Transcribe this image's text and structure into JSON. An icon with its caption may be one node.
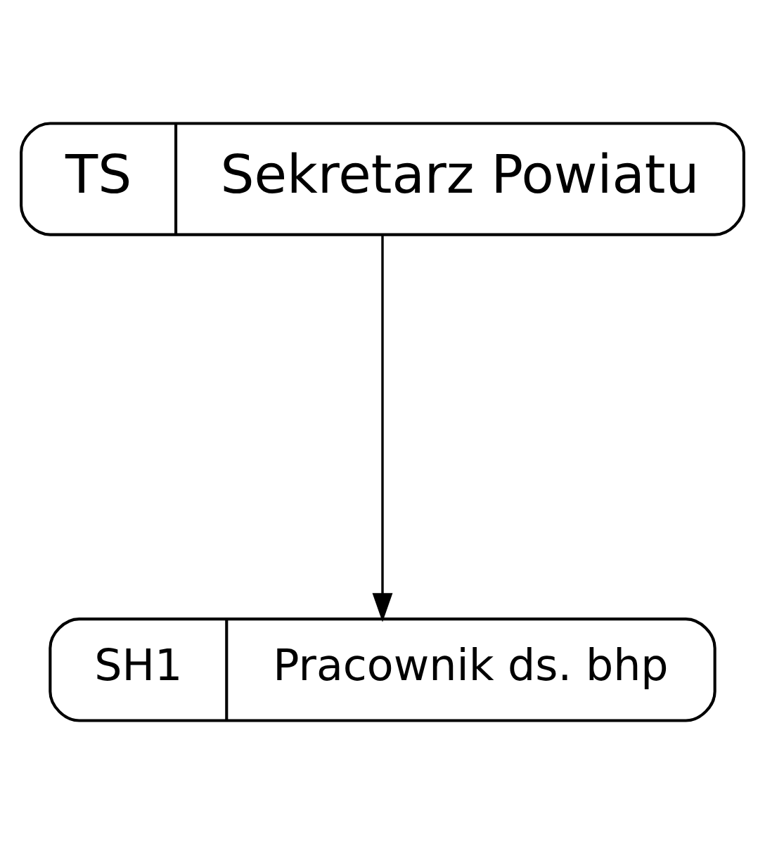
{
  "diagram": {
    "nodes": [
      {
        "text": [
          "TS",
          "Sekretarz Powiatu"
        ]
      },
      {
        "text": [
          "SH1",
          "Pracownik ds. bhp"
        ]
      }
    ],
    "edges": [
      {
        "from": 0,
        "to": 1,
        "arrow": "to"
      }
    ]
  }
}
